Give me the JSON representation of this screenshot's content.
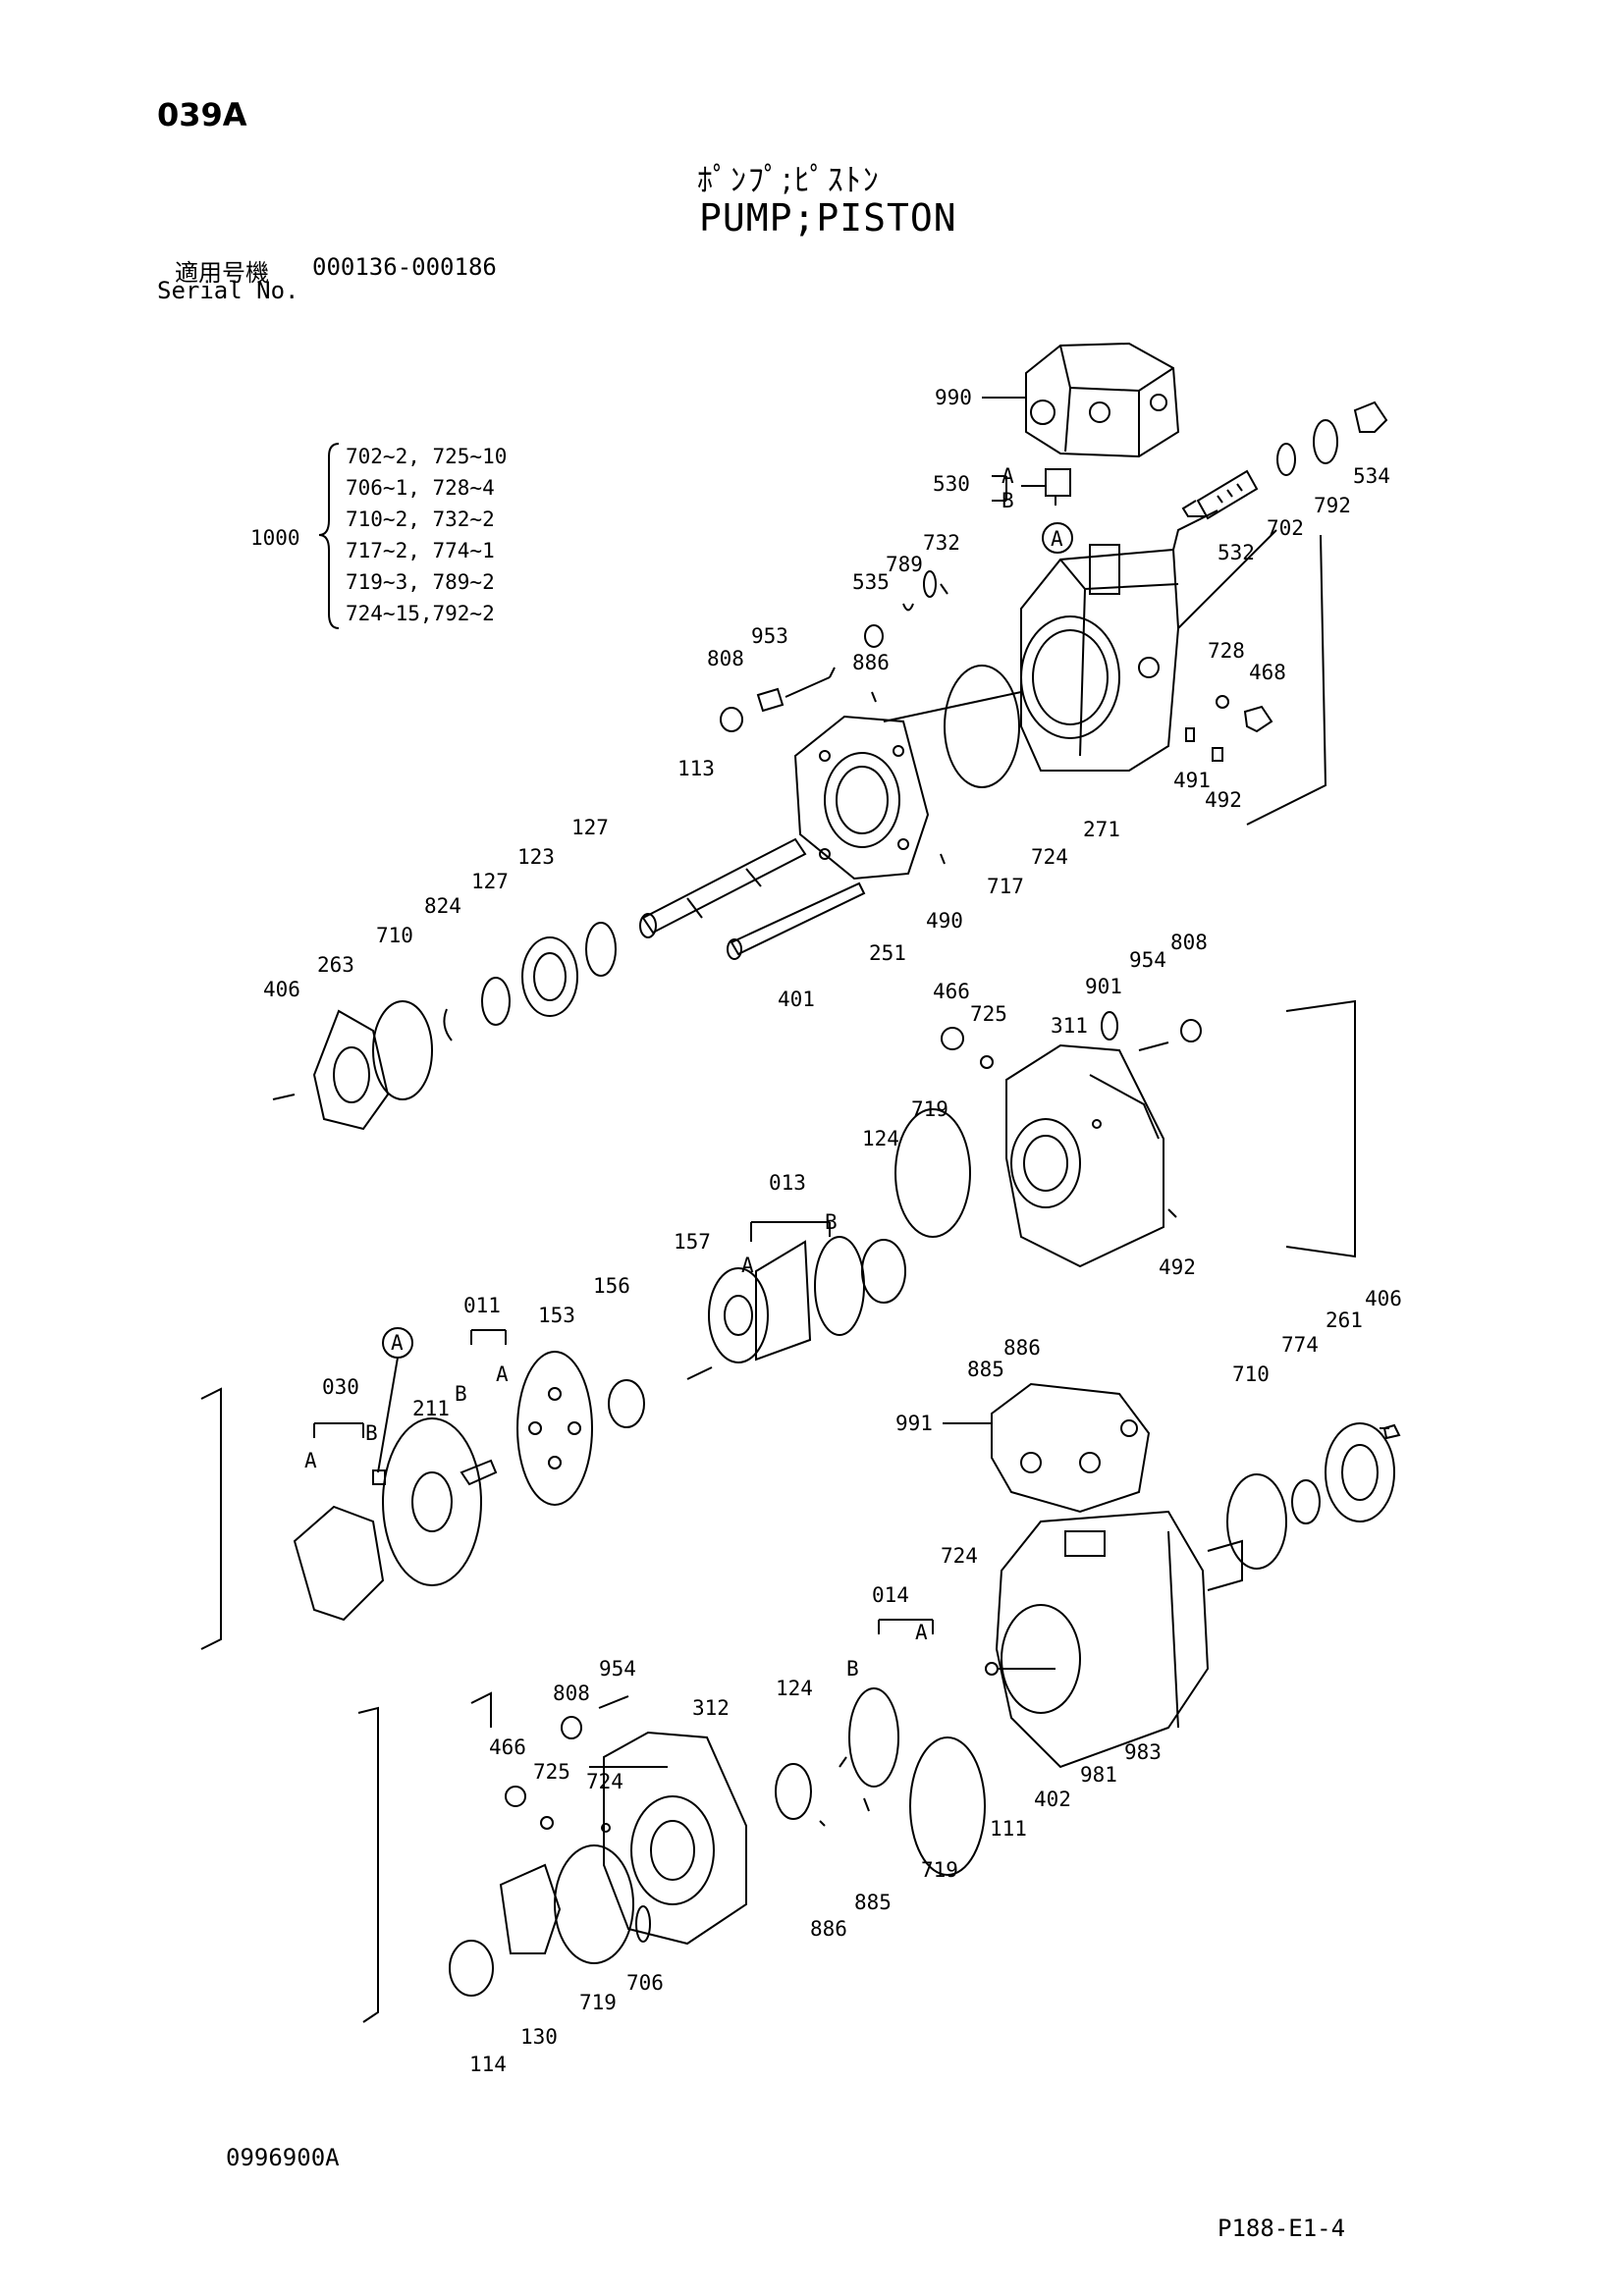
{
  "header": {
    "page_code": "039A",
    "title_jp": "ﾎﾟﾝﾌﾟ;ﾋﾟｽﾄﾝ",
    "title_en": "PUMP;PISTON",
    "serial_label_jp": "適用号機",
    "serial_range": "000136-000186",
    "serial_label_en": "Serial No."
  },
  "footer": {
    "drawing_number": "0996900A",
    "page_reference": "P188-E1-4"
  },
  "kit": {
    "part": "1000",
    "rows": [
      "702~2, 725~10",
      "706~1, 728~4",
      "710~2, 732~2",
      "717~2, 774~1",
      "719~3, 789~2",
      "724~15,792~2"
    ]
  },
  "callouts": {
    "c990": "990",
    "c530": "530",
    "c530a": "A",
    "c530b": "B",
    "c534": "534",
    "c792a": "792",
    "c702": "702",
    "c532": "532",
    "circA1": "A",
    "c732": "732",
    "c789": "789",
    "c535": "535",
    "c953": "953",
    "c808a": "808",
    "c886a": "886",
    "c728": "728",
    "c468": "468",
    "c491": "491",
    "c492a": "492",
    "c271": "271",
    "c724a": "724",
    "c717": "717",
    "c113": "113",
    "c127a": "127",
    "c123": "123",
    "c127b": "127",
    "c824": "824",
    "c710a": "710",
    "c263": "263",
    "c406a": "406",
    "c401": "401",
    "c251": "251",
    "c490": "490",
    "c466a": "466",
    "c725a": "725",
    "c901": "901",
    "c954a": "954",
    "c808b": "808",
    "c311": "311",
    "c719a": "719",
    "c124a": "124",
    "c013": "013",
    "c013a": "A",
    "c013b": "B",
    "c157": "157",
    "c492b": "492",
    "c885a": "885",
    "c886b": "886",
    "c011": "011",
    "c011a": "A",
    "c011b": "B",
    "c153": "153",
    "c156": "156",
    "circA2": "A",
    "c030": "030",
    "c030a": "A",
    "c030b": "B",
    "c211": "211",
    "c991": "991",
    "c710b": "710",
    "c774": "774",
    "c261": "261",
    "c406b": "406",
    "c724b": "724",
    "c014": "014",
    "c014a": "A",
    "c014b": "B",
    "c954b": "954",
    "c808c": "808",
    "c312": "312",
    "c124b": "124",
    "c466b": "466",
    "c725b": "725",
    "c724c": "724",
    "c983": "983",
    "c981": "981",
    "c402": "402",
    "c111": "111",
    "c719b": "719",
    "c885b": "885",
    "c886c": "886",
    "c719c": "719",
    "c706": "706",
    "c130": "130",
    "c114": "114"
  }
}
